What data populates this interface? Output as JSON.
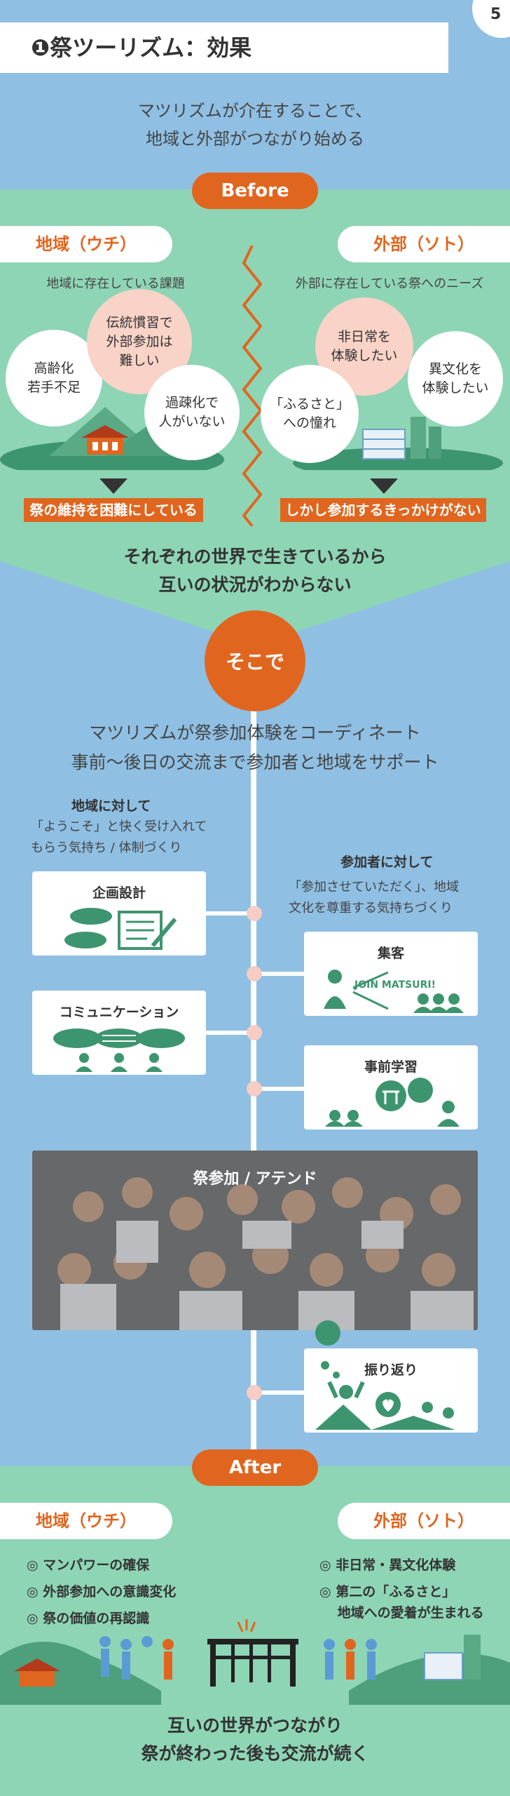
{
  "page_number": "5",
  "title": "❶祭ツーリズム：効果",
  "intro": "マツリズムが介在することで、\n地域と外部がつながり始める",
  "before": {
    "label": "Before",
    "left": {
      "header": "地域（ウチ）",
      "caption": "地域に存在している課題",
      "bubbles": [
        "高齢化\n若手不足",
        "伝統慣習で\n外部参加は\n難しい",
        "過疎化で\n人がいない"
      ],
      "result": "祭の維持を困難にしている"
    },
    "right": {
      "header": "外部（ソト）",
      "caption": "外部に存在している祭へのニーズ",
      "bubbles": [
        "非日常を\n体験したい",
        "異文化を\n体験したい",
        "「ふるさと」\nへの憧れ"
      ],
      "result": "しかし参加するきっかけがない"
    },
    "conclusion": "それぞれの世界で生きているから\n互いの状況がわからない"
  },
  "soko": "そこで",
  "coordinate": "マツリズムが祭参加体験をコーディネート\n事前〜後日の交流まで参加者と地域をサポート",
  "for_region": {
    "title": "地域に対して",
    "text": "「ようこそ」と快く受け入れて\nもらう気持ち / 体制づくり"
  },
  "for_participant": {
    "title": "参加者に対して",
    "text": "「参加させていただく」、地域\n文化を尊重する気持ちづくり"
  },
  "steps": {
    "planning": "企画設計",
    "recruit": "集客",
    "recruit_sign": "JOIN MATSURI!",
    "communication": "コミュニケーション",
    "prelearn": "事前学習",
    "attend": "祭参加 / アテンド",
    "review": "振り返り"
  },
  "after": {
    "label": "After",
    "left": {
      "header": "地域（ウチ）",
      "items": [
        "◎ マンパワーの確保",
        "◎ 外部参加への意識変化",
        "◎ 祭の価値の再認識"
      ]
    },
    "right": {
      "header": "外部（ソト）",
      "items": [
        "◎ 非日常・異文化体験",
        "◎ 第二の「ふるさと」\n　 地域への愛着が生まれる"
      ]
    },
    "conclusion": "互いの世界がつながり\n祭が終わった後も交流が続く"
  },
  "colors": {
    "orange": "#e0661f",
    "green": "#8ed5b5",
    "blue": "#8fbfe3",
    "dark_green": "#3d9570"
  }
}
